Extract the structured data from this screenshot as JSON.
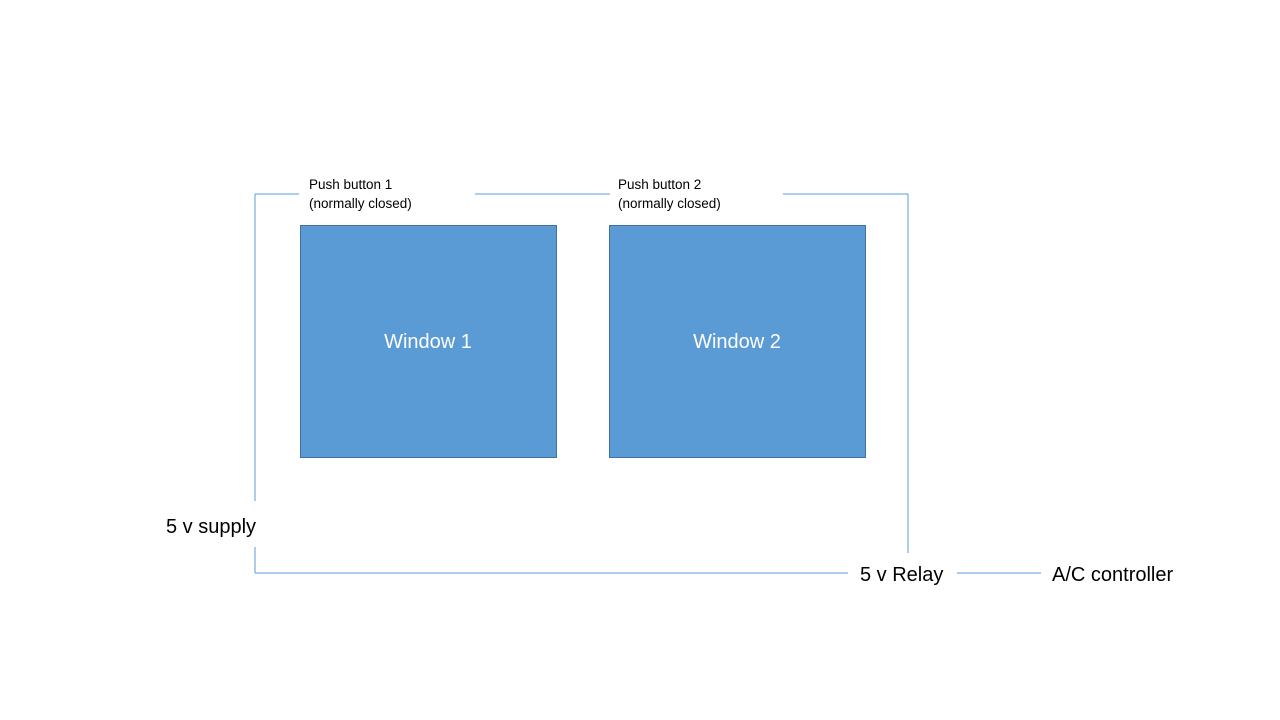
{
  "diagram": {
    "push_button_1": {
      "name": "Push button 1",
      "note": "(normally closed)"
    },
    "push_button_2": {
      "name": "Push button 2",
      "note": "(normally closed)"
    },
    "window_1": "Window 1",
    "window_2": "Window 2",
    "supply": "5 v supply",
    "relay": "5 v Relay",
    "controller": "A/C controller",
    "colors": {
      "wire": "#5b9bd5",
      "window_fill": "#5b9bd5",
      "window_border": "#41719c"
    }
  }
}
